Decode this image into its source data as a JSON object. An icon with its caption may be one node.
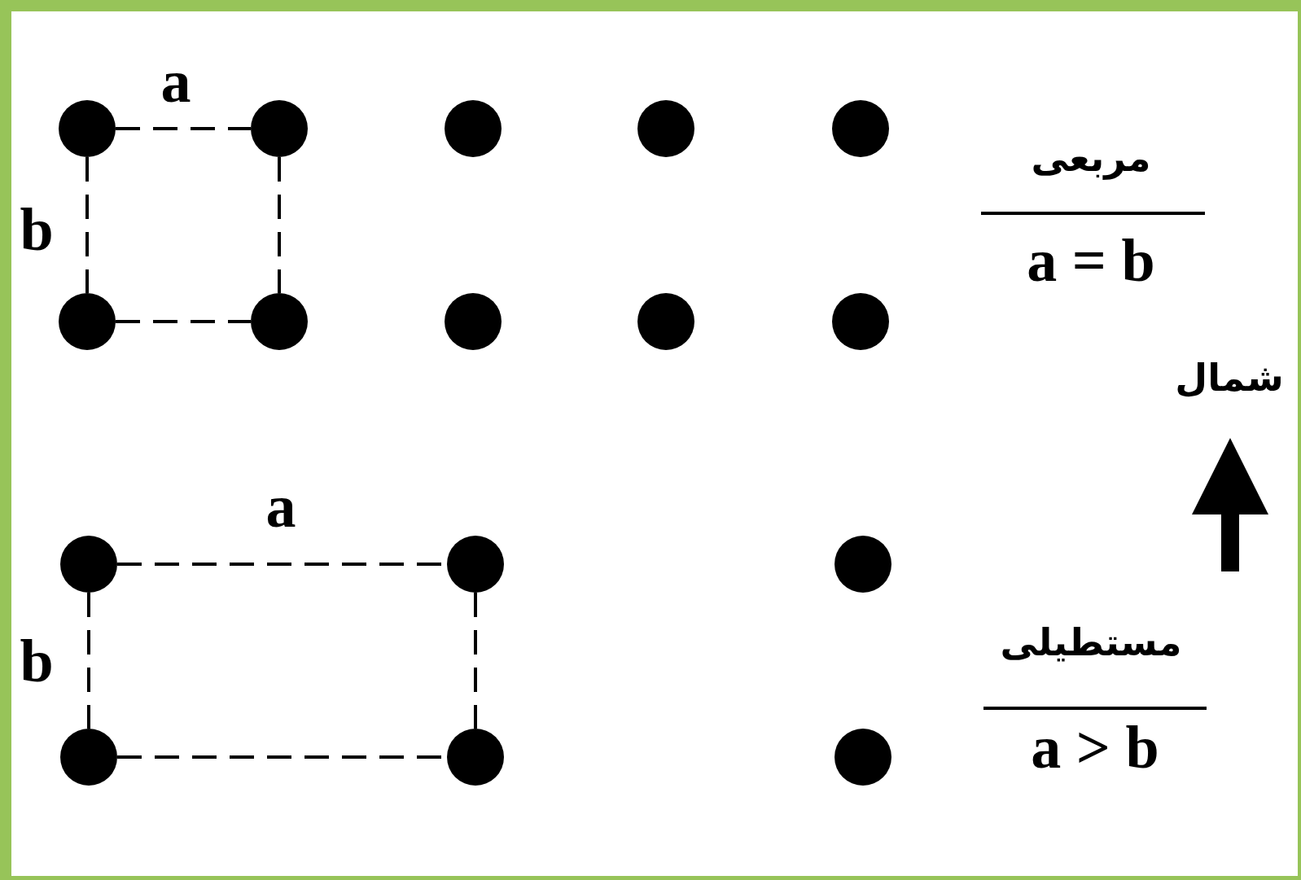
{
  "diagram": {
    "nodes": [
      {
        "text": [],
        "shape": "circle"
      },
      {
        "text": [],
        "shape": "circle"
      },
      {
        "text": [],
        "shape": "circle"
      },
      {
        "text": [],
        "shape": "circle"
      },
      {
        "text": [],
        "shape": "circle"
      },
      {
        "text": [],
        "shape": "circle"
      },
      {
        "text": [],
        "shape": "circle"
      },
      {
        "text": [],
        "shape": "circle"
      },
      {
        "text": [],
        "shape": "circle"
      },
      {
        "text": [],
        "shape": "circle"
      },
      {
        "text": [],
        "shape": "circle"
      },
      {
        "text": [],
        "shape": "circle"
      },
      {
        "text": [],
        "shape": "circle"
      },
      {
        "text": [],
        "shape": "circle"
      },
      {
        "text": [],
        "shape": "circle"
      },
      {
        "text": [],
        "shape": "circle"
      }
    ],
    "edges": [
      {
        "from": 0,
        "to": 1,
        "arrow": "none",
        "style": "dashed",
        "label": "a"
      },
      {
        "from": 0,
        "to": 5,
        "arrow": "none",
        "style": "dashed",
        "label": "b"
      },
      {
        "from": 1,
        "to": 6,
        "arrow": "none",
        "style": "dashed"
      },
      {
        "from": 5,
        "to": 6,
        "arrow": "none",
        "style": "dashed"
      },
      {
        "from": 10,
        "to": 11,
        "arrow": "none",
        "style": "dashed",
        "label": "a"
      },
      {
        "from": 10,
        "to": 13,
        "arrow": "none",
        "style": "dashed",
        "label": "b"
      },
      {
        "from": 11,
        "to": 14,
        "arrow": "none",
        "style": "dashed"
      },
      {
        "from": 13,
        "to": 14,
        "arrow": "none",
        "style": "dashed"
      }
    ],
    "labels": [
      "مربعی",
      "a = b",
      "شمال",
      "مستطیلی",
      "a > b"
    ]
  }
}
